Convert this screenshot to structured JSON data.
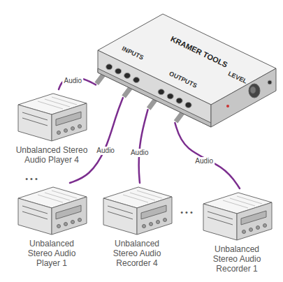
{
  "diagram": {
    "nodes": [
      {
        "text": [
          "KRAMER TOOLS"
        ]
      },
      {
        "text": [
          "Unbalanced Stereo Audio Player 4"
        ]
      },
      {
        "text": [
          "Unbalanced Stereo Audio Player 1"
        ]
      },
      {
        "text": [
          "Unbalanced Stereo Audio Recorder 4"
        ]
      },
      {
        "text": [
          "Unbalanced Stereo Audio Recorder 1"
        ]
      }
    ],
    "edges": [
      {
        "from": 1,
        "to": 0,
        "arrow": "none",
        "label": "Audio"
      },
      {
        "from": 2,
        "to": 0,
        "arrow": "none",
        "label": "Audio"
      },
      {
        "from": 0,
        "to": 3,
        "arrow": "none",
        "label": "Audio"
      },
      {
        "from": 0,
        "to": 4,
        "arrow": "none",
        "label": "Audio"
      }
    ],
    "labels": [
      "INPUTS",
      "OUTPUTS",
      "LEVEL",
      "• • •",
      "• • •"
    ]
  }
}
